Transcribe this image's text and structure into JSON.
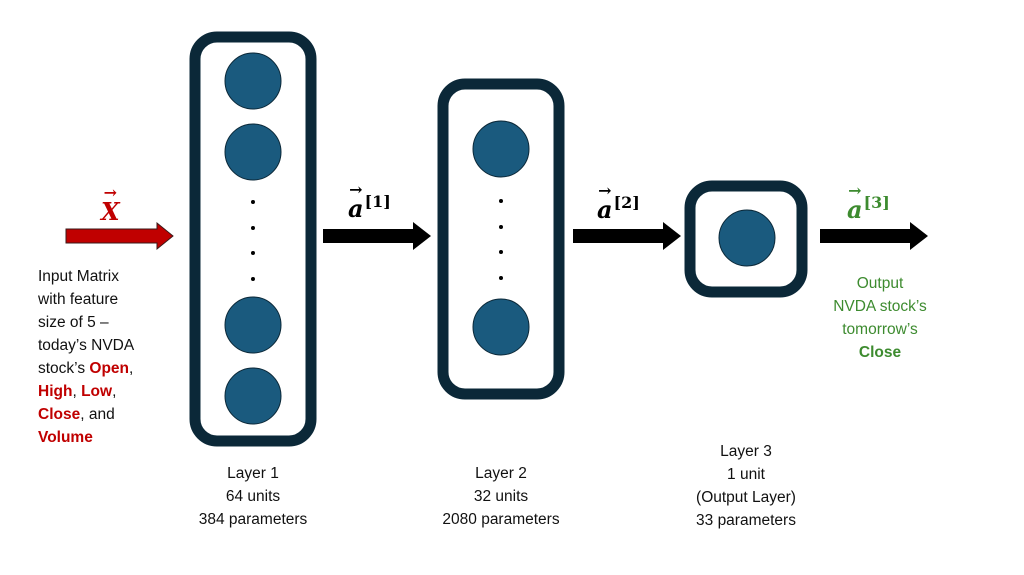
{
  "colors": {
    "layer_border": "#0b2838",
    "neuron_fill": "#1a5a7e",
    "input_arrow": "#c00000",
    "arrow": "#000000",
    "output_text": "#3d8b2f",
    "highlight_red": "#c00000"
  },
  "input": {
    "symbol": "X",
    "vector_mark": "→",
    "description": {
      "line1": "Input Matrix",
      "line2": "with feature",
      "line3": "size of 5 –",
      "line4": "today’s NVDA",
      "line5_prefix": "stock’s ",
      "features": [
        "Open",
        "High",
        "Low",
        "Close",
        "Volume"
      ],
      "sep_comma": ",",
      "sep_and": ", and"
    }
  },
  "activations": [
    {
      "symbol": "a",
      "vector_mark": "→",
      "superscript": "[1]"
    },
    {
      "symbol": "a",
      "vector_mark": "→",
      "superscript": "[2]"
    },
    {
      "symbol": "a",
      "vector_mark": "→",
      "superscript": "[3]"
    }
  ],
  "layers": [
    {
      "name": "Layer 1",
      "units": "64 units",
      "params": "384 parameters",
      "visible_neurons": 4,
      "ellipsis_dots": 4
    },
    {
      "name": "Layer 2",
      "units": "32 units",
      "params": "2080 parameters",
      "visible_neurons": 2,
      "ellipsis_dots": 4
    },
    {
      "name": "Layer 3",
      "units": "1 unit",
      "role": "(Output Layer)",
      "params": "33 parameters",
      "visible_neurons": 1,
      "ellipsis_dots": 0
    }
  ],
  "output": {
    "line1": "Output",
    "line2": "NVDA stock’s",
    "line3": "tomorrow’s",
    "line4": "Close"
  }
}
